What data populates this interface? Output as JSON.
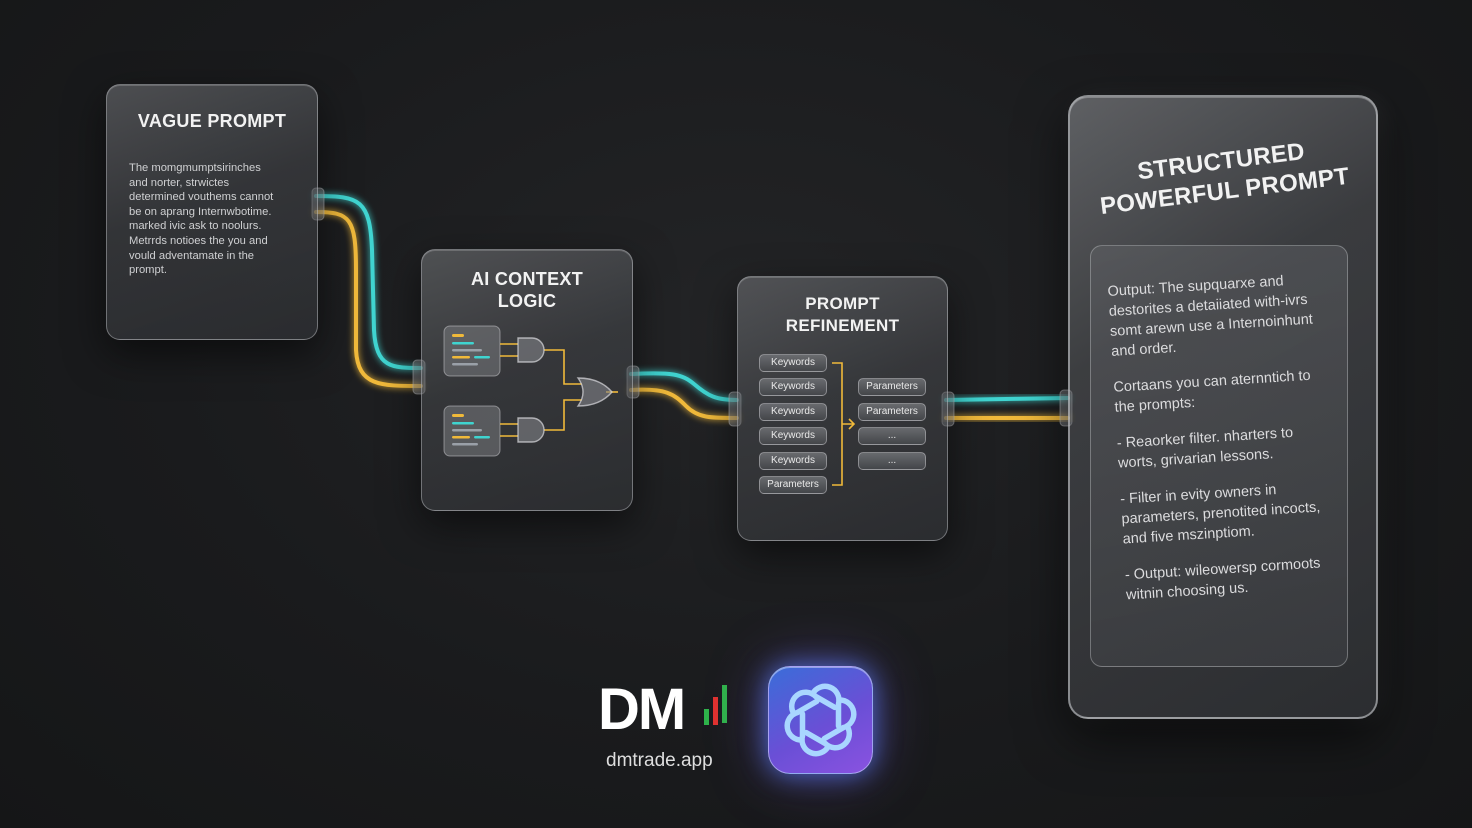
{
  "vague_prompt": {
    "title": "VAGUE PROMPT",
    "lines": [
      "The momgmumptsirinches",
      "and norter, strwictes",
      "determined vouthems cannot",
      "be on aprang Internwbotime.",
      "marked ivic ask to noolurs.",
      "Metrrds notioes the you and",
      "vould adventamate in the",
      "prompt."
    ]
  },
  "ai_context": {
    "title": "AI CONTEXT\nLOGIC"
  },
  "prompt_refinement": {
    "title": "PROMPT\nREFINEMENT",
    "left_items": [
      "Keywords",
      "Keywords",
      "Keywords",
      "Keywords",
      "Keywords",
      "Parameters"
    ],
    "right_items": [
      "Parameters",
      "Parameters",
      "...",
      "..."
    ]
  },
  "structured_prompt": {
    "title": "STRUCTURED\nPOWERFUL PROMPT",
    "paragraphs": [
      [
        "Output: The supquarxe and",
        "destorites a detaiiated with-ivrs",
        "somt arewn use a Internoinhunt",
        "and order."
      ],
      [
        "Cortaans you can aternntich to",
        "the prompts:"
      ],
      [
        "- Reaorker filter. nharters to",
        "worts, grivarian lessons."
      ],
      [
        "- Filter in evity owners in",
        "parameters, prenotited incocts,",
        "and five mszinptiom."
      ],
      [
        "- Output: wileowersp cormoots",
        "witnin choosing us."
      ]
    ]
  },
  "branding": {
    "logo_text": "DM",
    "url": "dmtrade.app",
    "badge_icon": "openai-knot-icon"
  },
  "colors": {
    "cyan_stream": "#3fd4d0",
    "gold_stream": "#f0b93a",
    "bar_green": "#2fb34a",
    "bar_red": "#e0322f"
  }
}
